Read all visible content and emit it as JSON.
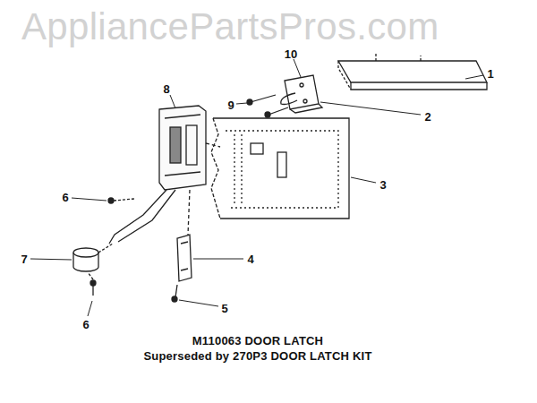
{
  "diagram": {
    "labels": [
      "AppliancePartsPros.com",
      "10",
      "1",
      "9",
      "2",
      "8",
      "3",
      "6",
      "4",
      "7",
      "6",
      "5",
      "M110063 DOOR LATCH",
      "Superseded by 270P3 DOOR LATCH KIT"
    ]
  }
}
